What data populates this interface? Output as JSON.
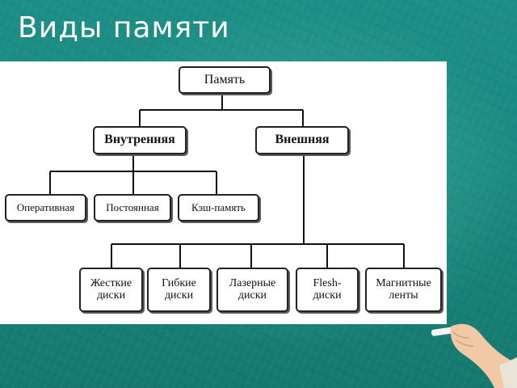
{
  "slide": {
    "title": "Виды памяти"
  },
  "diagram": {
    "root": "Память",
    "internal": "Внутренняя",
    "external": "Внешняя",
    "internal_types": [
      "Оперативная",
      "Постоянная",
      "Кэш-память"
    ],
    "external_types": [
      [
        "Жесткие",
        "диски"
      ],
      [
        "Гибкие",
        "диски"
      ],
      [
        "Лазерные",
        "диски"
      ],
      [
        "Flesh-",
        "диски"
      ],
      [
        "Магнитные",
        "ленты"
      ]
    ]
  },
  "colors": {
    "board": "#1a8a82",
    "panel": "#ffffff",
    "line": "#111111"
  }
}
